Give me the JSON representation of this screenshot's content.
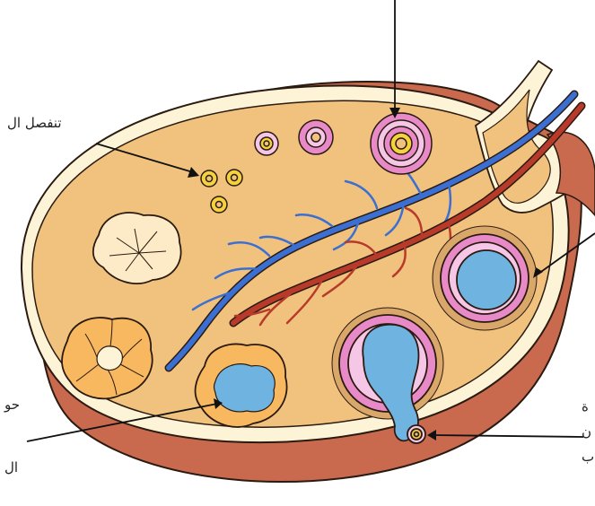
{
  "labels": {
    "top_left": "تنفصل ال",
    "bottom_left_1": "حو",
    "bottom_left_2": "ال",
    "bottom_right_1": "ة",
    "bottom_right_2": "ن",
    "bottom_right_3": "ب"
  },
  "colors": {
    "stroma": "#f0c27d",
    "outer_wall": "#d9785b",
    "outer_wall_dark": "#b55a45",
    "capsule": "#fdf3d6",
    "follicle_pink": "#e98ac8",
    "follicle_light": "#f6c6e6",
    "antrum_blue": "#6fb3e0",
    "oocyte_yellow": "#f5d23b",
    "vein_blue": "#3b6fd1",
    "artery_red": "#b73a2a",
    "corpus_luteum": "#f8b860",
    "corpus_albicans": "#fdebc8",
    "outline": "#2a1a10",
    "arrow": "#111111"
  }
}
